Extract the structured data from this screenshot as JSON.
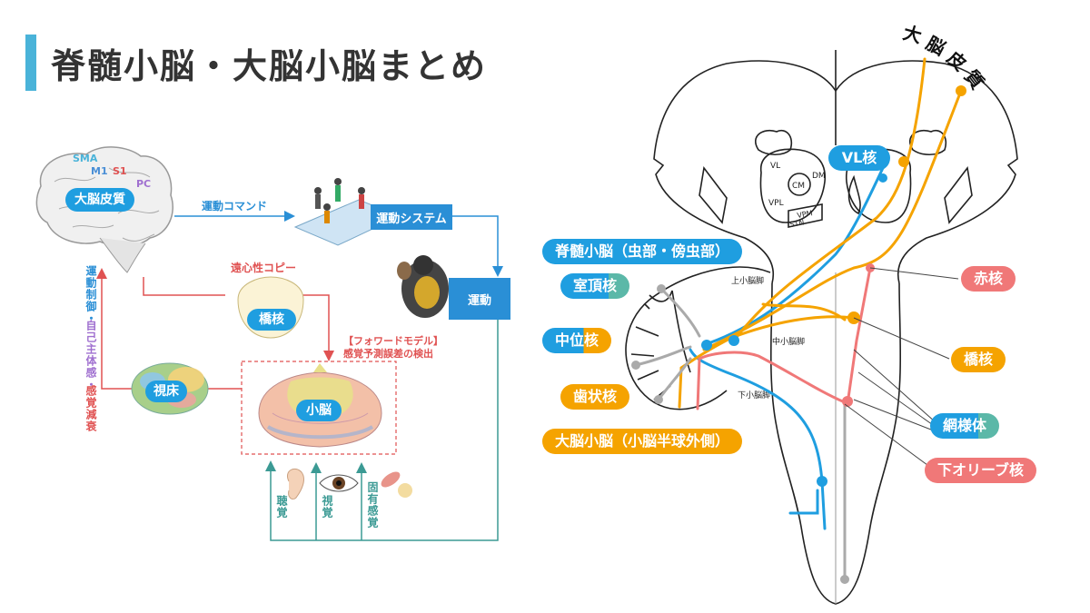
{
  "title": "脊髄小脳・大脳小脳まとめ",
  "left": {
    "cortex_regions": {
      "sma": "SMA",
      "m1": "M1",
      "s1": "S1",
      "pc": "PC"
    },
    "cortex_label": "大脳皮質",
    "motor_command": "運動コマンド",
    "motor_system": "運動システム",
    "motion": "運動",
    "efference_copy": "遠心性コピー",
    "pons_label": "橋核",
    "forward_model_1": "【フォワードモデル】",
    "forward_model_2": "感覚予測誤差の検出",
    "thalamus_label": "視床",
    "cerebellum_label": "小脳",
    "left_vertical_1": "運動制御・",
    "left_vertical_2": "自己主体感・",
    "left_vertical_3": "感覚減衰",
    "hearing": "聴覚",
    "vision": "視覚",
    "proprioception": "固有感覚"
  },
  "right": {
    "cortex_arc": "大脳皮質",
    "vl_badge": "VL核",
    "thalamus_nuclei": {
      "vl": "VL",
      "cm": "CM",
      "dm": "DM",
      "vpl": "VPL",
      "vpm": "VPM",
      "stn": "STN"
    },
    "peduncles": {
      "superior": "上小脳脚",
      "middle": "中小脳脚",
      "inferior": "下小脳脚"
    },
    "spinocerebellum": "脊髄小脳（虫部・傍虫部）",
    "fastigial": "室頂核",
    "interposed": "中位核",
    "dentate": "歯状核",
    "cerebrocerebellum": "大脳小脳（小脳半球外側）",
    "red_nucleus": "赤核",
    "pontine": "橋核",
    "reticular": "網様体",
    "inferior_olive": "下オリーブ核"
  },
  "colors": {
    "blue": "#1f9ee0",
    "orange": "#f5a300",
    "pink": "#f07878",
    "gray": "#aaaaaa",
    "teal": "#5bb8a8",
    "title_bar": "#4ab3d9"
  }
}
